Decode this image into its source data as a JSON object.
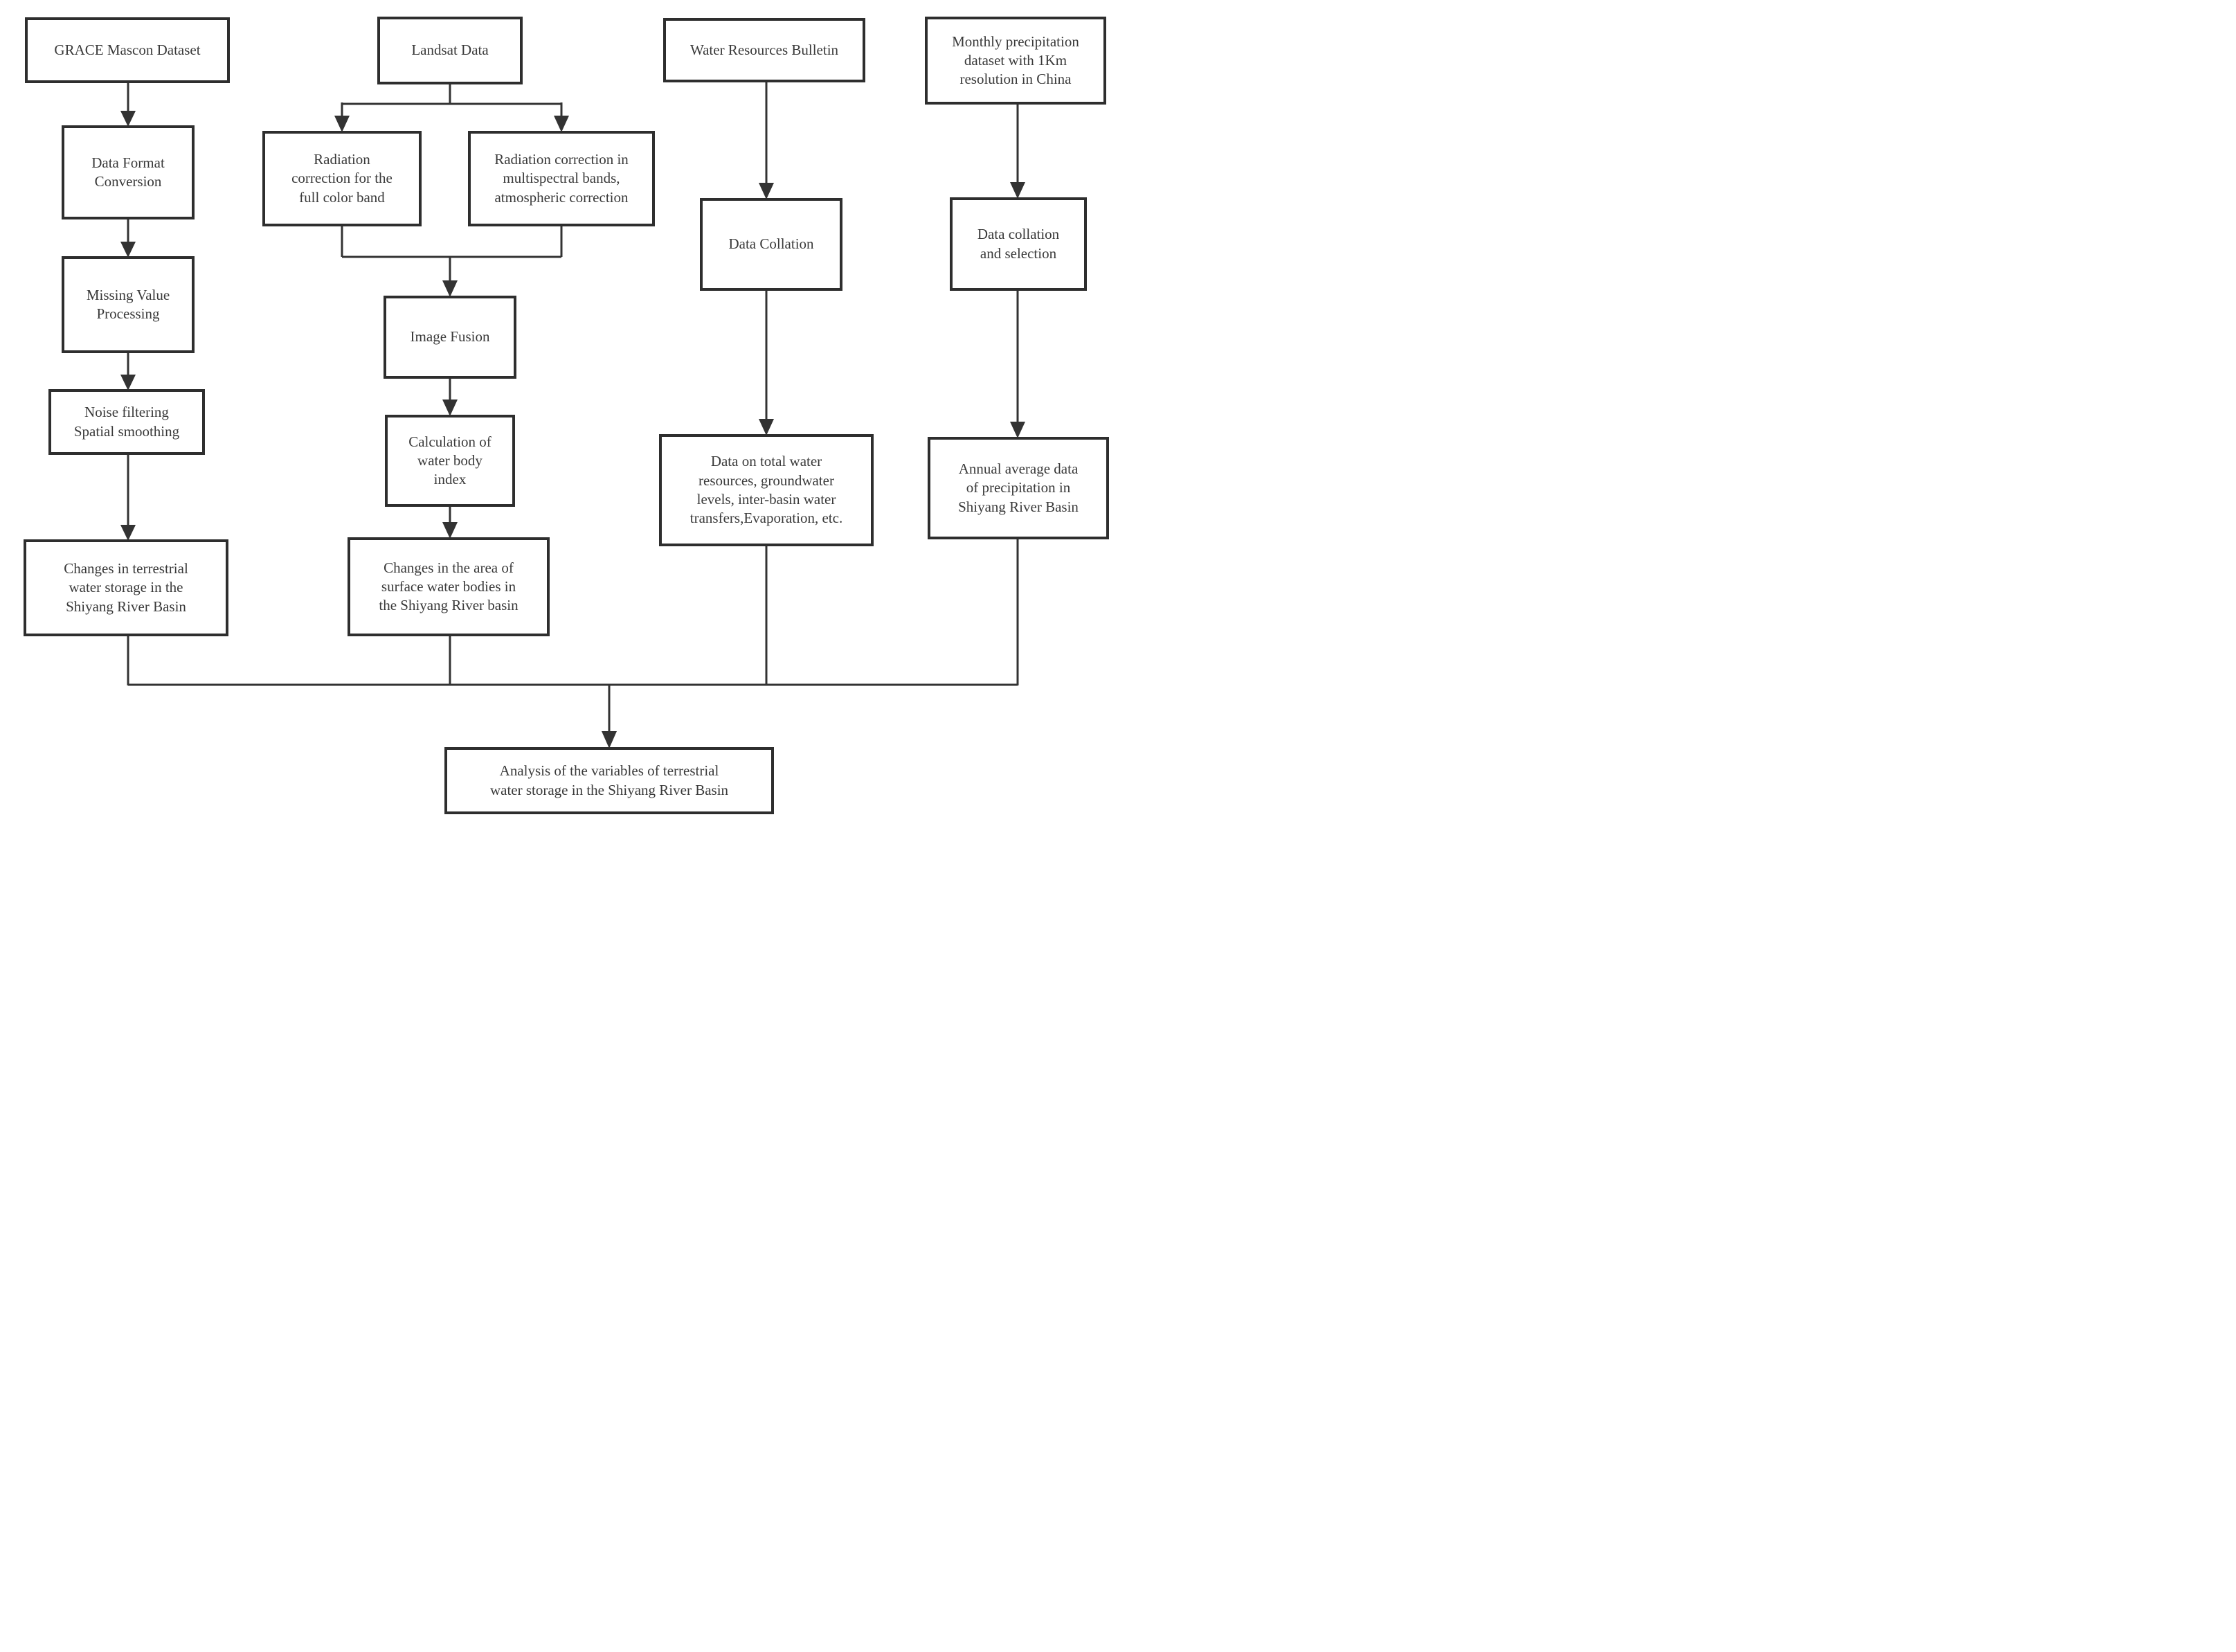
{
  "colors": {
    "background": "#ffffff",
    "line": "#333333",
    "box_border": "#2e2e2e",
    "text": "#3a3a3a"
  },
  "nodes": {
    "grace_mascon_dataset": "GRACE Mascon Dataset",
    "data_format_conversion": "Data Format\nConversion",
    "missing_value_processing": "Missing Value\nProcessing",
    "noise_filtering": "Noise filtering\nSpatial smoothing",
    "terrestrial_water_storage_changes": "Changes in terrestrial\nwater storage in the\nShiyang River Basin",
    "landsat_data": "Landsat Data",
    "radiation_correction_full_color": "Radiation\ncorrection for the\nfull color band",
    "radiation_correction_multispectral": "Radiation correction in\nmultispectral bands,\natmospheric correction",
    "image_fusion": "Image Fusion",
    "water_body_index": "Calculation of\nwater body\nindex",
    "surface_water_area_changes": "Changes in the area of\nsurface water bodies in\nthe Shiyang River basin",
    "water_resources_bulletin": "Water Resources Bulletin",
    "data_collation": "Data Collation",
    "water_totals_data": "Data on total water\nresources, groundwater\nlevels, inter-basin water\ntransfers,Evaporation, etc.",
    "monthly_precipitation_dataset": "Monthly precipitation\ndataset with 1Km\nresolution in China",
    "data_collation_and_selection": "Data collation\nand selection",
    "annual_precipitation_data": "Annual average data\nof precipitation in\nShiyang River Basin",
    "analysis": "Analysis of the variables of terrestrial\nwater storage in the Shiyang River Basin"
  }
}
